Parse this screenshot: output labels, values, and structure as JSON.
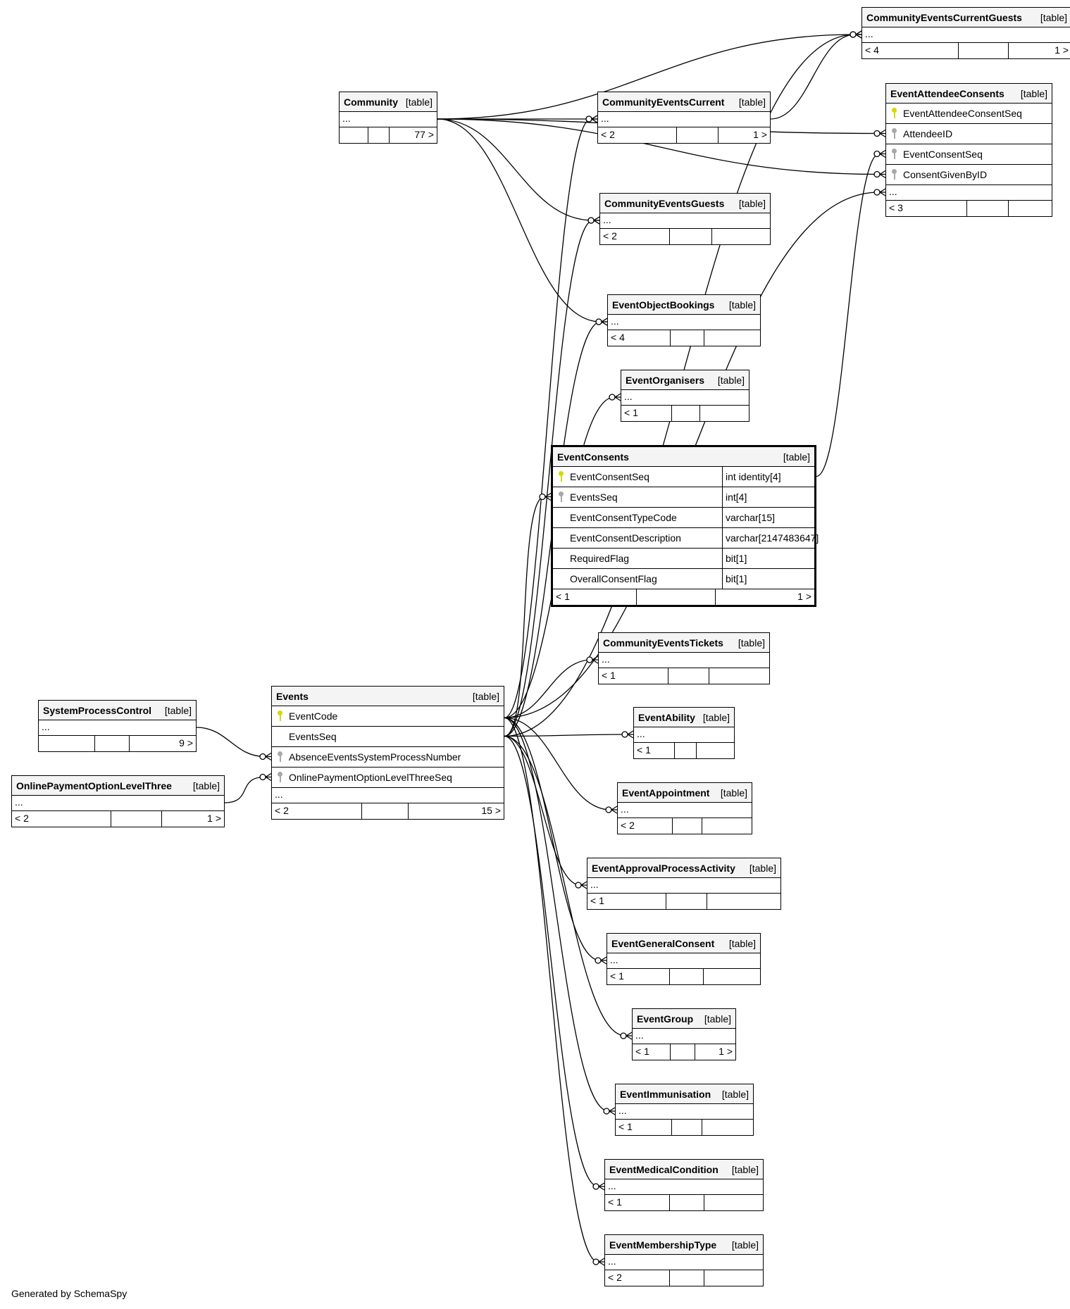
{
  "footer": "Generated by SchemaSpy",
  "tables": [
    {
      "id": "CommunityEventsCurrentGuests",
      "name": "CommunityEventsCurrentGuests",
      "type": "[table]",
      "columns": [],
      "ellipsis": "...",
      "footer": [
        "< 4",
        "",
        "1 >"
      ]
    },
    {
      "id": "Community",
      "name": "Community",
      "type": "[table]",
      "columns": [],
      "ellipsis": "...",
      "footer": [
        "",
        "",
        "77 >"
      ]
    },
    {
      "id": "CommunityEventsCurrent",
      "name": "CommunityEventsCurrent",
      "type": "[table]",
      "columns": [],
      "ellipsis": "...",
      "footer": [
        "< 2",
        "",
        "1 >"
      ]
    },
    {
      "id": "EventAttendeeConsents",
      "name": "EventAttendeeConsents",
      "type": "[table]",
      "columns": [
        {
          "name": "EventAttendeeConsentSeq",
          "key": "pk"
        },
        {
          "name": "AttendeeID",
          "key": "fk"
        },
        {
          "name": "EventConsentSeq",
          "key": "fk"
        },
        {
          "name": "ConsentGivenByID",
          "key": "fk"
        }
      ],
      "ellipsis": "...",
      "footer": [
        "< 3",
        "",
        ""
      ]
    },
    {
      "id": "CommunityEventsGuests",
      "name": "CommunityEventsGuests",
      "type": "[table]",
      "columns": [],
      "ellipsis": "...",
      "footer": [
        "< 2",
        "",
        ""
      ]
    },
    {
      "id": "EventObjectBookings",
      "name": "EventObjectBookings",
      "type": "[table]",
      "columns": [],
      "ellipsis": "...",
      "footer": [
        "< 4",
        "",
        ""
      ]
    },
    {
      "id": "EventOrganisers",
      "name": "EventOrganisers",
      "type": "[table]",
      "columns": [],
      "ellipsis": "...",
      "footer": [
        "< 1",
        "",
        ""
      ]
    },
    {
      "id": "EventConsents",
      "name": "EventConsents",
      "type": "[table]",
      "columns": [
        {
          "name": "EventConsentSeq",
          "key": "pk",
          "dtype": "int identity[4]"
        },
        {
          "name": "EventsSeq",
          "key": "fk",
          "dtype": "int[4]"
        },
        {
          "name": "EventConsentTypeCode",
          "key": "",
          "dtype": "varchar[15]"
        },
        {
          "name": "EventConsentDescription",
          "key": "",
          "dtype": "varchar[2147483647]"
        },
        {
          "name": "RequiredFlag",
          "key": "",
          "dtype": "bit[1]"
        },
        {
          "name": "OverallConsentFlag",
          "key": "",
          "dtype": "bit[1]"
        }
      ],
      "footer": [
        "< 1",
        "",
        "1 >"
      ]
    },
    {
      "id": "CommunityEventsTickets",
      "name": "CommunityEventsTickets",
      "type": "[table]",
      "columns": [],
      "ellipsis": "...",
      "footer": [
        "< 1",
        "",
        ""
      ]
    },
    {
      "id": "SystemProcessControl",
      "name": "SystemProcessControl",
      "type": "[table]",
      "columns": [],
      "ellipsis": "...",
      "footer": [
        "",
        "",
        "9 >"
      ]
    },
    {
      "id": "Events",
      "name": "Events",
      "type": "[table]",
      "columns": [
        {
          "name": "EventCode",
          "key": "pk"
        },
        {
          "name": "EventsSeq",
          "key": ""
        },
        {
          "name": "AbsenceEventsSystemProcessNumber",
          "key": "fk"
        },
        {
          "name": "OnlinePaymentOptionLevelThreeSeq",
          "key": "fk"
        }
      ],
      "ellipsis": "...",
      "footer": [
        "< 2",
        "",
        "15 >"
      ]
    },
    {
      "id": "EventAbility",
      "name": "EventAbility",
      "type": "[table]",
      "columns": [],
      "ellipsis": "...",
      "footer": [
        "< 1",
        "",
        ""
      ]
    },
    {
      "id": "OnlinePaymentOptionLevelThree",
      "name": "OnlinePaymentOptionLevelThree",
      "type": "[table]",
      "columns": [],
      "ellipsis": "...",
      "footer": [
        "< 2",
        "",
        "1 >"
      ]
    },
    {
      "id": "EventAppointment",
      "name": "EventAppointment",
      "type": "[table]",
      "columns": [],
      "ellipsis": "...",
      "footer": [
        "< 2",
        "",
        ""
      ]
    },
    {
      "id": "EventApprovalProcessActivity",
      "name": "EventApprovalProcessActivity",
      "type": "[table]",
      "columns": [],
      "ellipsis": "...",
      "footer": [
        "< 1",
        "",
        ""
      ]
    },
    {
      "id": "EventGeneralConsent",
      "name": "EventGeneralConsent",
      "type": "[table]",
      "columns": [],
      "ellipsis": "...",
      "footer": [
        "< 1",
        "",
        ""
      ]
    },
    {
      "id": "EventGroup",
      "name": "EventGroup",
      "type": "[table]",
      "columns": [],
      "ellipsis": "...",
      "footer": [
        "< 1",
        "",
        "1 >"
      ]
    },
    {
      "id": "EventImmunisation",
      "name": "EventImmunisation",
      "type": "[table]",
      "columns": [],
      "ellipsis": "...",
      "footer": [
        "< 1",
        "",
        ""
      ]
    },
    {
      "id": "EventMedicalCondition",
      "name": "EventMedicalCondition",
      "type": "[table]",
      "columns": [],
      "ellipsis": "...",
      "footer": [
        "< 1",
        "",
        ""
      ]
    },
    {
      "id": "EventMembershipType",
      "name": "EventMembershipType",
      "type": "[table]",
      "columns": [],
      "ellipsis": "...",
      "footer": [
        "< 2",
        "",
        ""
      ]
    }
  ],
  "relationships": [
    {
      "from": "Community",
      "to": "CommunityEventsCurrentGuests"
    },
    {
      "from": "Community",
      "to": "CommunityEventsCurrent"
    },
    {
      "from": "Community",
      "to": "EventAttendeeConsents",
      "column": "AttendeeID"
    },
    {
      "from": "Community",
      "to": "EventAttendeeConsents",
      "column": "ConsentGivenByID"
    },
    {
      "from": "Community",
      "to": "CommunityEventsGuests"
    },
    {
      "from": "Community",
      "to": "EventObjectBookings"
    },
    {
      "from": "CommunityEventsCurrent",
      "to": "CommunityEventsCurrentGuests"
    },
    {
      "from": "EventConsents",
      "to": "EventAttendeeConsents",
      "column": "EventConsentSeq"
    },
    {
      "from": "Events",
      "to": "CommunityEventsCurrentGuests"
    },
    {
      "from": "Events",
      "to": "CommunityEventsCurrent"
    },
    {
      "from": "Events",
      "to": "CommunityEventsGuests"
    },
    {
      "from": "Events",
      "to": "EventAttendeeConsents"
    },
    {
      "from": "Events",
      "to": "EventObjectBookings"
    },
    {
      "from": "Events",
      "to": "EventOrganisers"
    },
    {
      "from": "Events",
      "to": "EventConsents",
      "column": "EventsSeq"
    },
    {
      "from": "Events",
      "to": "CommunityEventsTickets"
    },
    {
      "from": "Events",
      "to": "EventAbility"
    },
    {
      "from": "Events",
      "to": "EventAppointment"
    },
    {
      "from": "Events",
      "to": "EventApprovalProcessActivity"
    },
    {
      "from": "Events",
      "to": "EventGeneralConsent"
    },
    {
      "from": "Events",
      "to": "EventGroup"
    },
    {
      "from": "Events",
      "to": "EventImmunisation"
    },
    {
      "from": "Events",
      "to": "EventMedicalCondition"
    },
    {
      "from": "Events",
      "to": "EventMembershipType"
    },
    {
      "from": "SystemProcessControl",
      "to": "Events",
      "column": "AbsenceEventsSystemProcessNumber"
    },
    {
      "from": "OnlinePaymentOptionLevelThree",
      "to": "Events",
      "column": "OnlinePaymentOptionLevelThreeSeq"
    }
  ]
}
